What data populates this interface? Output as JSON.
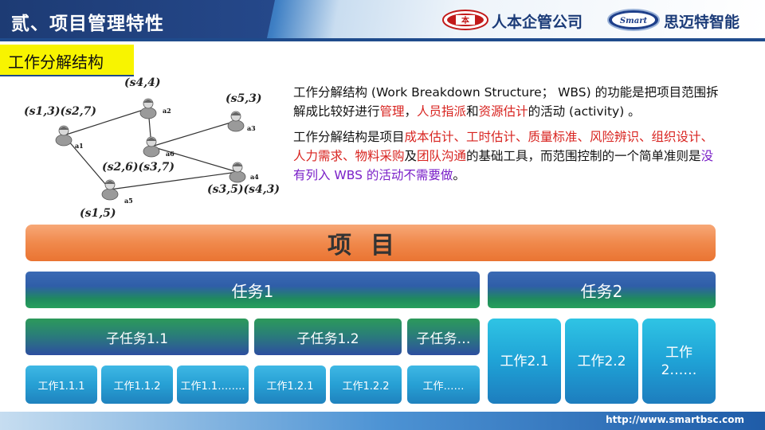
{
  "header": {
    "title": "贰、项目管理特性",
    "logo1_text": "人本企管公司",
    "logo1_mark": "本",
    "logo2_text": "思迈特智能",
    "logo2_mark": "Smart"
  },
  "section_label": "工作分解结构",
  "diagram": {
    "labels": {
      "s4_4": "(s4,4)",
      "s5_3": "(s5,3)",
      "s1_3_s2_7": "(s1,3)(s2,7)",
      "s2_6_s3_7": "(s2,6)(s3,7)",
      "s3_5_s4_3": "(s3,5)(s4,3)",
      "s1_5": "(s1,5)"
    },
    "nodes": [
      "a1",
      "a2",
      "a3",
      "a4",
      "a5",
      "a6"
    ]
  },
  "description": {
    "p1": {
      "t1": "工作分解结构 (Work Breakdown Structure； WBS) 的功能是把项目范围拆解成比较好进行",
      "r1": "管理",
      "t2": "，",
      "r2": "人员指派",
      "t3": "和",
      "r3": "资源估计",
      "t4": "的活动 (activity) 。"
    },
    "p2": {
      "t1": "工作分解结构是项目",
      "r1": "成本估计、工时估计、质量标准、风险辨识、组织设计、人力需求、物料采购",
      "t2": "及",
      "r2": "团队沟通",
      "t3": "的基础工具，而范围控制的一个简单准则是",
      "p1": "没有列入 WBS 的活动不需要做",
      "t4": "。"
    }
  },
  "wbs": {
    "project": "项目",
    "task1": "任务1",
    "task2": "任务2",
    "subtasks": [
      "子任务1.1",
      "子任务1.2",
      "子任务…"
    ],
    "works1": [
      "工作1.1.1",
      "工作1.1.2",
      "工作1.1……..",
      "工作1.2.1",
      "工作1.2.2",
      "工作……"
    ],
    "works2": [
      "工作2.1",
      "工作2.2",
      "工作\n2……"
    ]
  },
  "footer": {
    "url": "http://www.smartbsc.com"
  }
}
